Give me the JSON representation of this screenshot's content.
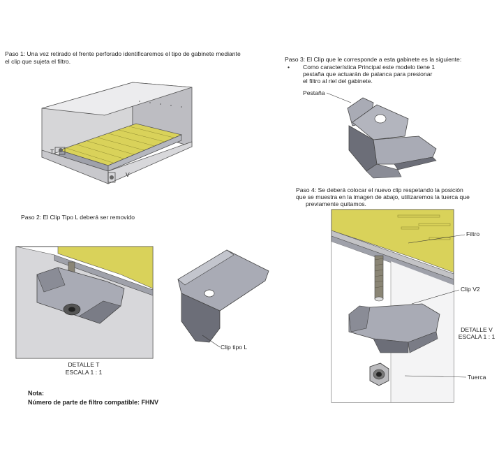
{
  "paso1": {
    "line1": "Paso 1: Una vez retirado el frente perforado identificaremos el tipo de gabinete mediante",
    "line2": "el clip que sujeta el filtro.",
    "marker_t": "T",
    "marker_v": "V"
  },
  "paso2": {
    "text": "Paso 2: El Clip Tipo L deberá ser removido",
    "clip_label": "Clip tipo L",
    "detalle_line1": "DETALLE T",
    "detalle_line2": "ESCALA 1 : 1"
  },
  "nota": {
    "title": "Nota:",
    "text": "Número de parte de filtro compatible: FHNV"
  },
  "paso3": {
    "line1": "Paso 3: El Clip que le corresponde a esta gabinete es la siguiente:",
    "bullet": "•",
    "bullet_line1": "Como característica Principal este modelo tiene 1",
    "bullet_line2": "pestaña que actuarán de palanca para presionar",
    "bullet_line3": "el filtro al riel del gabinete.",
    "pestana_label": "Pestaña"
  },
  "paso4": {
    "line1": "Paso 4: Se deberá colocar el nuevo clip respetando la posición",
    "line2": "que se muestra en la imagen de abajo, utilizaremos la tuerca que",
    "line3": "previamente quitamos.",
    "filtro_label": "Filtro",
    "clip_label": "Clip V2",
    "detalle_line1": "DETALLE V",
    "detalle_line2": "ESCALA 1 : 1",
    "tuerca_label": "Tuerca"
  },
  "colors": {
    "filter_yellow": "#d9d25a",
    "metal_gray": "#a9abb5",
    "dark_gray": "#6c6e78",
    "wall_gray": "#c9c9cc"
  }
}
